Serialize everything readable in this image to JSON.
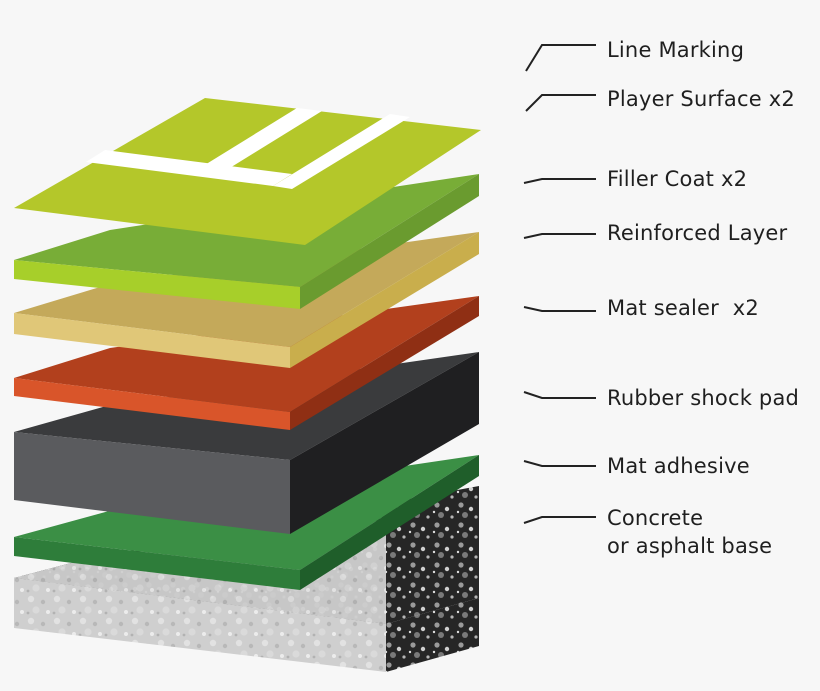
{
  "layers": [
    {
      "key": "line-marking",
      "label": "Line Marking"
    },
    {
      "key": "player-surface",
      "label": "Player Surface x2"
    },
    {
      "key": "filler-coat",
      "label": "Filler Coat x2"
    },
    {
      "key": "reinforced-layer",
      "label": "Reinforced Layer"
    },
    {
      "key": "mat-sealer",
      "label": "Mat sealer  x2"
    },
    {
      "key": "rubber-shock-pad",
      "label": "Rubber shock pad"
    },
    {
      "key": "mat-adhesive",
      "label": "Mat adhesive"
    },
    {
      "key": "base",
      "label_line1": "Concrete",
      "label_line2": "or asphalt base"
    }
  ],
  "colors": {
    "player_surface": "#b4c72a",
    "filler_coat": "#8cbb3a",
    "reinforced_layer": "#d9c266",
    "mat_sealer": "#c8471e",
    "rubber_shock_pad": "#4b4c4e",
    "mat_adhesive": "#2e7d3a",
    "concrete": "#c9c9c9",
    "asphalt": "#2a2a2a",
    "line_marking": "#ffffff"
  }
}
